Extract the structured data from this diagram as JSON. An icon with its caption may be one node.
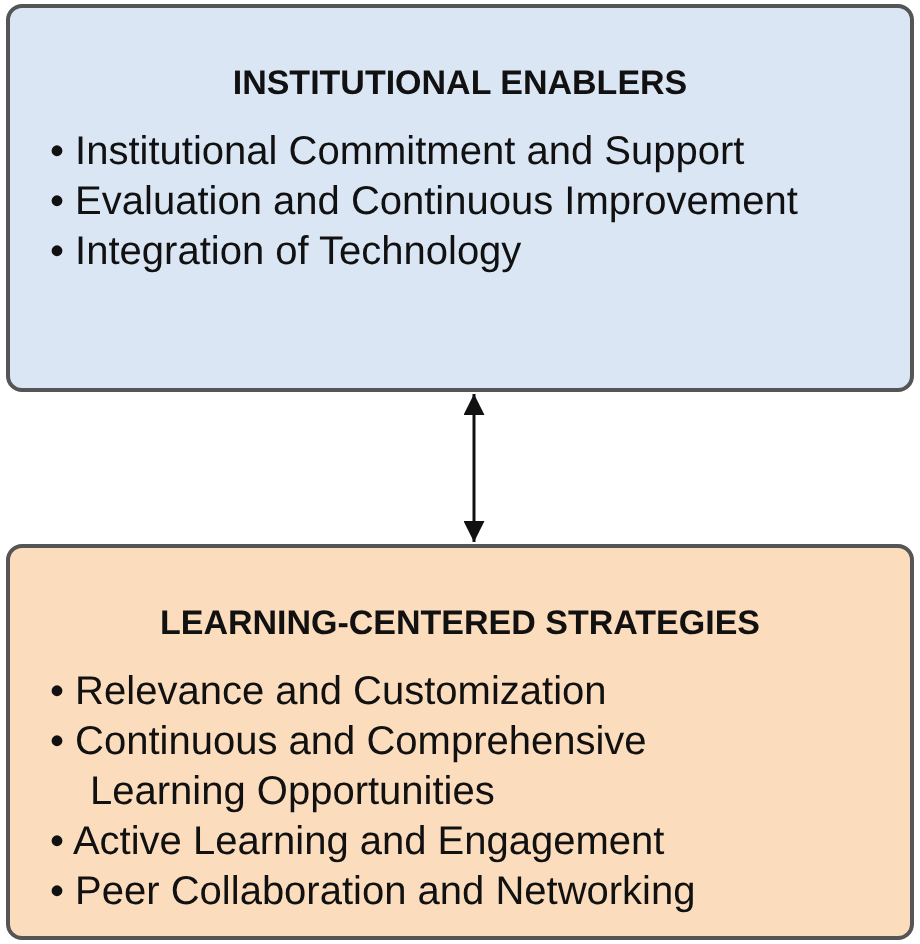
{
  "diagram": {
    "nodes": [
      {
        "text": [
          "INSTITUTIONAL ENABLERS",
          "• Institutional Commitment and Support",
          "• Evaluation and Continuous Improvement",
          "• Integration of Technology"
        ]
      },
      {
        "text": [
          "LEARNING-CENTERED STRATEGIES",
          "• Relevance and Customization",
          "• Continuous and Comprehensive Learning Opportunities",
          "• Active Learning and Engagement",
          "• Peer Collaboration and Networking"
        ]
      }
    ],
    "edges": [
      {
        "from": 0,
        "to": 1,
        "arrow": "both"
      }
    ]
  }
}
